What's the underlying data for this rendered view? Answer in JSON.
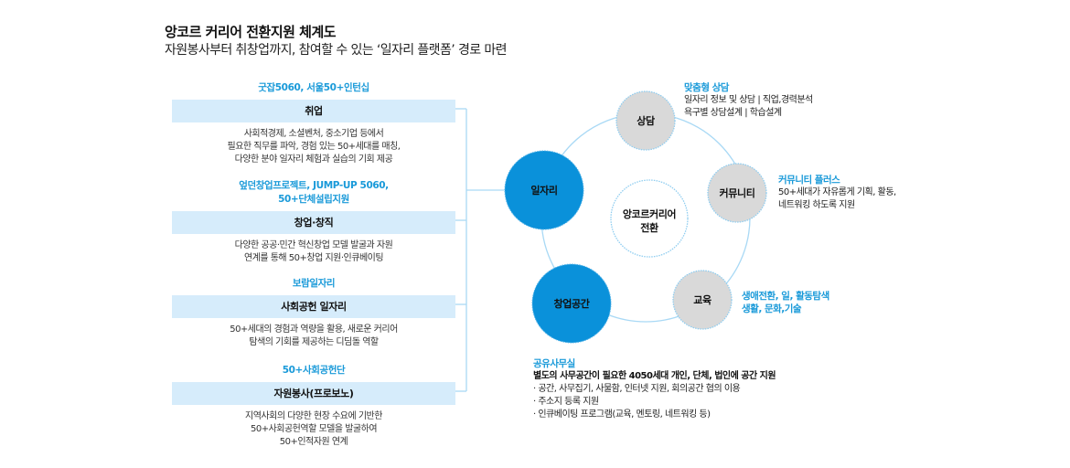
{
  "header": {
    "title": "앙코르 커리어 전환지원 체계도",
    "subtitle": "자원봉사부터 취창업까지, 참여할 수 있는 ‘일자리 플랫폼’ 경로 마련"
  },
  "colors": {
    "accent_blue": "#1a9ad9",
    "node_blue": "#0a91da",
    "node_gray": "#d9d9d9",
    "box_bg": "#d6ecfb",
    "line": "#a9d9f5"
  },
  "sections": [
    {
      "program": [
        "굿잡5060, 서울50+인턴십"
      ],
      "label": "취업",
      "desc": [
        "사회적경제, 소셜벤처, 중소기업 등에서",
        "필요한 직무를 파악, 경험 있는 50+세대를 매칭,",
        "다양한 분야 일자리 체험과 실습의 기회 제공"
      ]
    },
    {
      "program": [
        "엎던창업프로젝트, JUMP-UP 5060,",
        "50+단체설립지원"
      ],
      "label": "창업·창직",
      "desc": [
        "다양한 공공·민간 혁신창업 모델 발굴과 자원",
        "연계를 통해 50+창업 지원·인큐베이팅"
      ]
    },
    {
      "program": [
        "보람일자리"
      ],
      "label": "사회공헌 일자리",
      "desc": [
        "50+세대의 경험과 역량을 활용, 새로운 커리어",
        "탐색의 기회를 제공하는 디딤돌 역할"
      ]
    },
    {
      "program": [
        "50+사회공헌단"
      ],
      "label": "자원봉사(프로보노)",
      "desc": [
        "지역사회의 다양한 현장 수요에 기반한",
        "50+사회공헌역할 모델을 발굴하여",
        "50+인적자원 연계"
      ]
    }
  ],
  "diagram": {
    "center": [
      "앙코르커리어",
      "전환"
    ],
    "nodes": {
      "jobs": "일자리",
      "startup_space": "창업공간",
      "counsel": "상담",
      "community": "커뮤니티",
      "education": "교육"
    }
  },
  "callouts": {
    "counsel": {
      "title": "맞춤형 상담",
      "lines": [
        "일자리 정보 및 상담 | 직업,경력분석",
        "욕구별 상담설계 | 학습설계"
      ]
    },
    "community": {
      "title": "커뮤니티 플러스",
      "lines": [
        "50+세대가 자유롭게 기획, 활동,",
        "네트워킹 하도록 지원"
      ]
    },
    "education": {
      "lines": [
        "생애전환, 일, 활동탐색",
        "생활, 문화,기술"
      ]
    },
    "office": {
      "title": "공유사무실",
      "headline": "별도의 사무공간이 필요한 4050세대 개인, 단체, 법인에 공간 지원",
      "bullets": [
        "· 공간, 사무집기, 사물함, 인터넷 지원, 회의공간 협의 이용",
        "· 주소지 등록 지원",
        "· 인큐베이팅 프로그램(교육, 멘토링, 네트워킹 등)"
      ]
    }
  }
}
